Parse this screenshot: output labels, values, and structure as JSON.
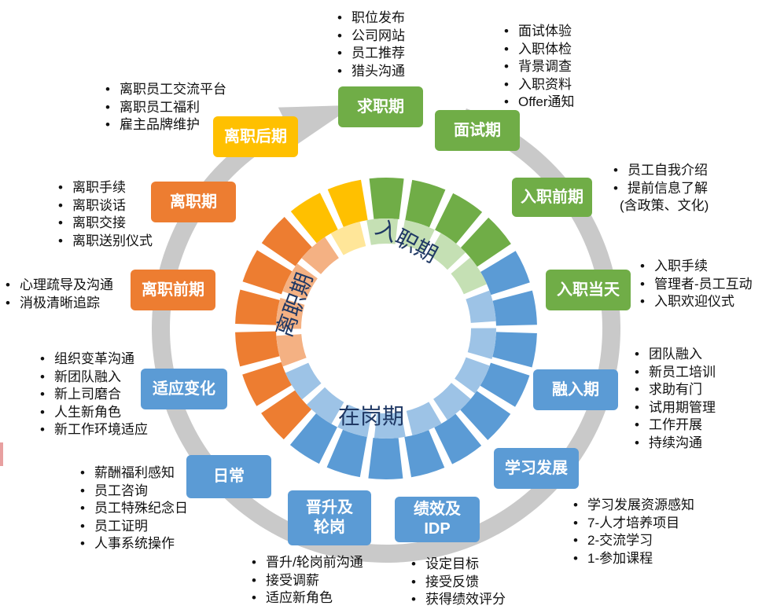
{
  "phases": {
    "onboarding": "入职期",
    "onjob": "在岗期",
    "offboarding": "离职期"
  },
  "colors": {
    "green": "#70AD47",
    "blue": "#5B9BD5",
    "orange": "#ED7D31",
    "gold": "#FFC000",
    "light_green": "#C5E0B4",
    "light_blue": "#9DC3E6",
    "light_orange": "#F4B183",
    "light_gold": "#FFE699",
    "arrow_gray": "#C9C9C9"
  },
  "stages": [
    {
      "id": "qzq",
      "label": "求职期",
      "color": "green",
      "items": [
        "职位发布",
        "公司网站",
        "员工推荐",
        "猎头沟通"
      ]
    },
    {
      "id": "msq",
      "label": "面试期",
      "color": "green",
      "items": [
        "面试体验",
        "入职体检",
        "背景调查",
        "入职资料",
        "Offer通知"
      ]
    },
    {
      "id": "rzqq",
      "label": "入职前期",
      "color": "green",
      "items": [
        "员工自我介绍",
        "提前信息了解"
      ],
      "note": "(含政策、文化)"
    },
    {
      "id": "rzdt",
      "label": "入职当天",
      "color": "green",
      "items": [
        "入职手续",
        "管理者-员工互动",
        "入职欢迎仪式"
      ]
    },
    {
      "id": "rrq",
      "label": "融入期",
      "color": "blue",
      "items": [
        "团队融入",
        "新员工培训",
        "求助有门",
        "试用期管理",
        "工作开展",
        "持续沟通"
      ]
    },
    {
      "id": "xxfz",
      "label": "学习发展",
      "color": "blue",
      "items": [
        "学习发展资源感知",
        "7-人才培养项目",
        "2-交流学习",
        "1-参加课程"
      ]
    },
    {
      "id": "jx",
      "label_lines": [
        "绩效及",
        "IDP"
      ],
      "color": "blue",
      "items": [
        "设定目标",
        "接受反馈",
        "获得绩效评分"
      ]
    },
    {
      "id": "js",
      "label_lines": [
        "晋升及",
        "轮岗"
      ],
      "color": "blue",
      "items": [
        "晋升/轮岗前沟通",
        "接受调薪",
        "适应新角色"
      ]
    },
    {
      "id": "rc",
      "label": "日常",
      "color": "blue",
      "items": [
        "薪酬福利感知",
        "员工咨询",
        "员工特殊纪念日",
        "员工证明",
        "人事系统操作"
      ]
    },
    {
      "id": "sybh",
      "label": "适应变化",
      "color": "blue",
      "items": [
        "组织变革沟通",
        "新团队融入",
        "新上司磨合",
        "人生新角色",
        "新工作环境适应"
      ]
    },
    {
      "id": "lzqq",
      "label": "离职前期",
      "color": "orange",
      "items": [
        "心理疏导及沟通",
        "消极清晰追踪"
      ]
    },
    {
      "id": "lzq",
      "label": "离职期",
      "color": "orange",
      "items": [
        "离职手续",
        "离职谈话",
        "离职交接",
        "离职送别仪式"
      ]
    },
    {
      "id": "lzhq",
      "label": "离职后期",
      "color": "gold",
      "items": [
        "离职员工交流平台",
        "离职员工福利",
        "雇主品牌维护"
      ]
    }
  ]
}
